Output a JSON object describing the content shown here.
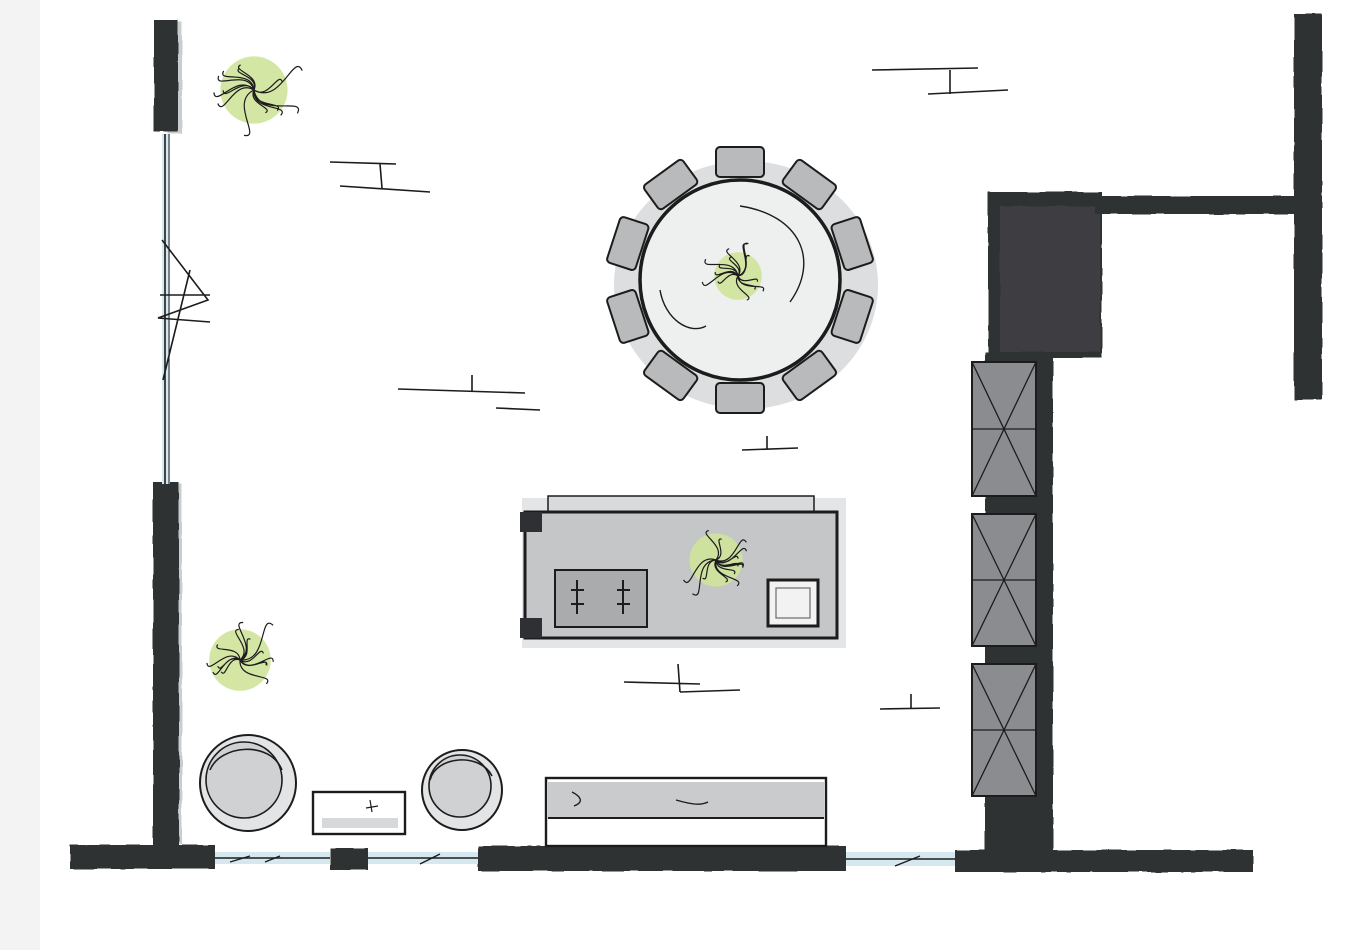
{
  "drawing": {
    "kind": "hand-drawn marker floor plan sketch",
    "printed_text": []
  },
  "colors": {
    "paper": "#ffffff",
    "paper_edge": "#f1f1f1",
    "wall": "#2e3033",
    "wall_shadow": "#c9cdd0",
    "marker_gray": "#bfc1c2",
    "marker_light": "#dcdedf",
    "cabinet_gray": "#8a8c8f",
    "plant_green": "#cfe39a",
    "glass_blue": "#d6e8ef",
    "ink": "#1c1c1c"
  },
  "elements": {
    "walls": [
      "left-wall-upper",
      "left-wall-lower",
      "bottom-wall-left",
      "bottom-wall-center",
      "bottom-wall-right",
      "right-partition",
      "top-right-wall",
      "far-right-wall"
    ],
    "windows": [
      "left-window",
      "bottom-window-left",
      "bottom-window-right"
    ],
    "furniture": [
      "round-dining-table",
      "dining-chairs",
      "kitchen-island",
      "sideboard",
      "side-table",
      "lounge-chair-left",
      "lounge-chair-right",
      "tall-cabinets"
    ],
    "plants": [
      "plant-top-left",
      "plant-lower-left",
      "plant-on-table",
      "plant-on-island"
    ],
    "icons": [
      "plant-icon",
      "door-swing-icon",
      "cabinet-cross-icon"
    ]
  }
}
